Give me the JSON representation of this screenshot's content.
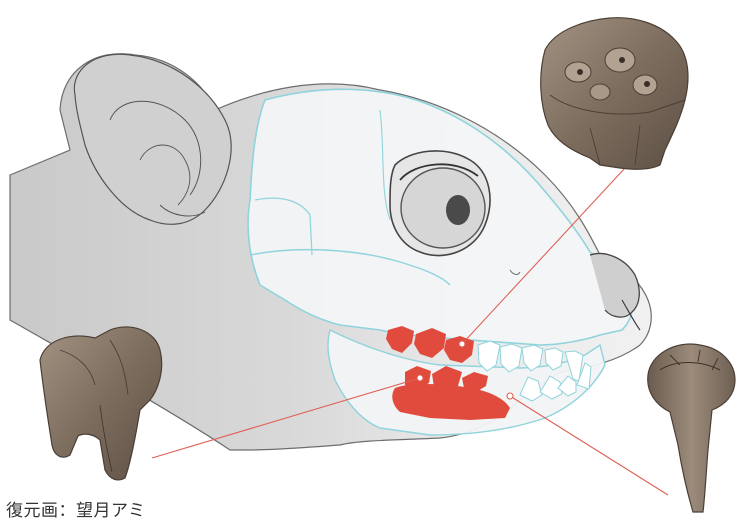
{
  "figure": {
    "credit": "復元画：望月アミ",
    "colors": {
      "head_fill": "#d2d2d2",
      "skull_fill": "#f4f6f7",
      "skull_outline": "#8fd3dc",
      "tooth_highlight": "#e14b3d",
      "pointer_line": "#e06055",
      "fossil_tooth": "#8a7a6a",
      "sketch_line": "#555555"
    },
    "parts": [
      "head-silhouette",
      "skull-overlay",
      "eye",
      "upper-teeth",
      "lower-teeth",
      "fossil-molar-top-right",
      "fossil-tooth-left",
      "fossil-tooth-bottom-right"
    ]
  }
}
